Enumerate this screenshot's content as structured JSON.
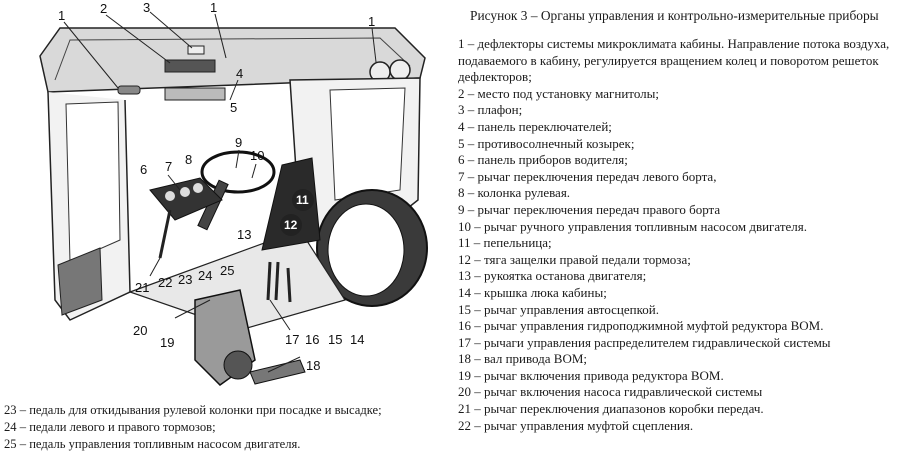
{
  "caption": "Рисунок 3 – Органы управления и контрольно-измерительные приборы",
  "callouts": [
    "1",
    "2",
    "3",
    "1",
    "4",
    "5",
    "1",
    "6",
    "7",
    "8",
    "9",
    "10",
    "11",
    "12",
    "13",
    "21",
    "22",
    "23",
    "24",
    "25",
    "20",
    "19",
    "18",
    "17",
    "16",
    "15",
    "14"
  ],
  "legend_right": [
    "1 – дефлекторы системы микроклимата кабины. Направление потока воздуха, подаваемого в кабину, регулируется вращением колец и поворотом решеток дефлекторов;",
    "2 – место под установку магнитолы;",
    "3 – плафон;",
    "4 – панель переключателей;",
    "5 – противосолнечный козырек;",
    "6 – панель приборов водителя;",
    "7 – рычаг переключения передач левого борта,",
    "8 – колонка рулевая.",
    "9 – рычаг переключения передач правого борта",
    "10 – рычаг ручного управления топливным насосом двигателя.",
    "11 – пепельница;",
    "12 – тяга защелки правой педали тормоза;",
    "13 – рукоятка останова двигателя;",
    "14 – крышка люка кабины;",
    "15 – рычаг управления автосцепкой.",
    "16 – рычаг управления гидроподжимной муфтой редуктора ВОМ.",
    "17 – рычаги управления распределителем гидравлической системы",
    "18 – вал привода ВОМ;",
    "19 – рычаг включения привода редуктора ВОМ.",
    "20 – рычаг включения насоса гидравлической системы",
    "21 – рычаг переключения диапазонов коробки передач.",
    "22 – рычаг управления муфтой сцепления."
  ],
  "legend_bottom": [
    "23 – педаль для откидывания рулевой колонки при посадке и высадке;",
    "24 – педали левого и правого тормозов;",
    "25 – педаль управления топливным насосом двигателя."
  ]
}
